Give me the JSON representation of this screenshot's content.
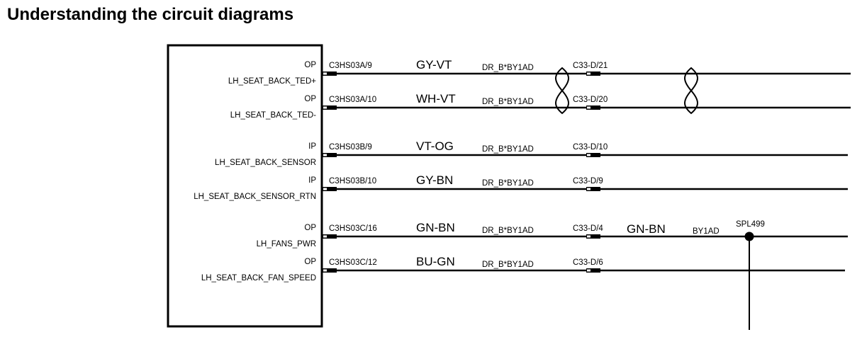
{
  "page": {
    "title": "Understanding the circuit diagrams"
  },
  "circuits": [
    {
      "dir": "OP",
      "signal": "LH_SEAT_BACK_TED+",
      "connector": "C3HS03A/9",
      "color": "GY-VT",
      "harness": "DR_B*BY1AD",
      "inline": "C33-D/21"
    },
    {
      "dir": "OP",
      "signal": "LH_SEAT_BACK_TED-",
      "connector": "C3HS03A/10",
      "color": "WH-VT",
      "harness": "DR_B*BY1AD",
      "inline": "C33-D/20"
    },
    {
      "dir": "IP",
      "signal": "LH_SEAT_BACK_SENSOR",
      "connector": "C3HS03B/9",
      "color": "VT-OG",
      "harness": "DR_B*BY1AD",
      "inline": "C33-D/10"
    },
    {
      "dir": "IP",
      "signal": "LH_SEAT_BACK_SENSOR_RTN",
      "connector": "C3HS03B/10",
      "color": "GY-BN",
      "harness": "DR_B*BY1AD",
      "inline": "C33-D/9"
    },
    {
      "dir": "OP",
      "signal": "LH_FANS_PWR",
      "connector": "C3HS03C/16",
      "color": "GN-BN",
      "harness": "DR_B*BY1AD",
      "inline": "C33-D/4",
      "color2": "GN-BN",
      "harness2": "BY1AD",
      "splice": "SPL499"
    },
    {
      "dir": "OP",
      "signal": "LH_SEAT_BACK_FAN_SPEED",
      "connector": "C3HS03C/12",
      "color": "BU-GN",
      "harness": "DR_B*BY1AD",
      "inline": "C33-D/6"
    }
  ]
}
